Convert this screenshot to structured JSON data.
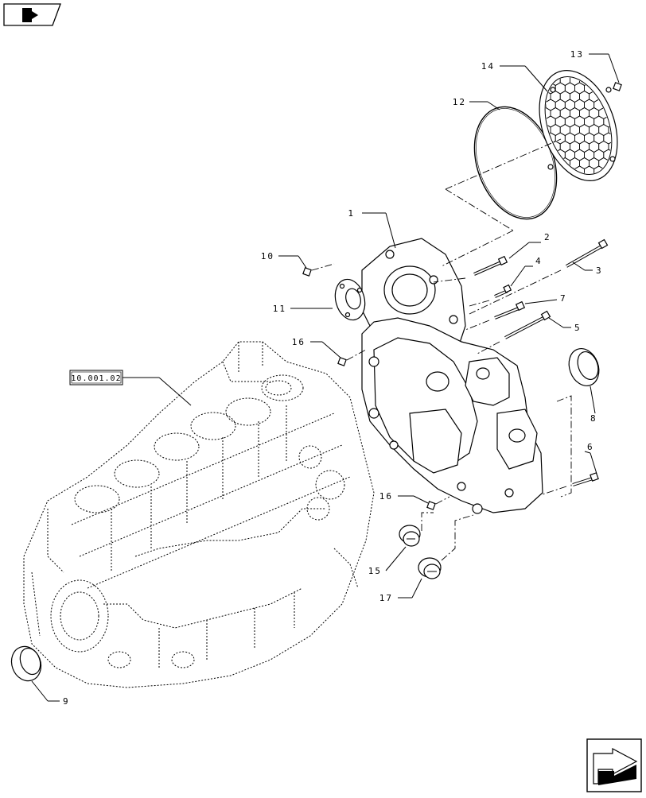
{
  "callouts": {
    "c1": "1",
    "c2": "2",
    "c3": "3",
    "c4": "4",
    "c5": "5",
    "c6": "6",
    "c7": "7",
    "c8": "8",
    "c9": "9",
    "c10": "10",
    "c11": "11",
    "c12": "12",
    "c13": "13",
    "c14": "14",
    "c15": "15",
    "c16a": "16",
    "c16b": "16",
    "c17": "17"
  },
  "reference": "10.001.02",
  "icons": {
    "top_left": "book-arrow-icon",
    "bottom_right": "next-page-arrow-icon"
  }
}
